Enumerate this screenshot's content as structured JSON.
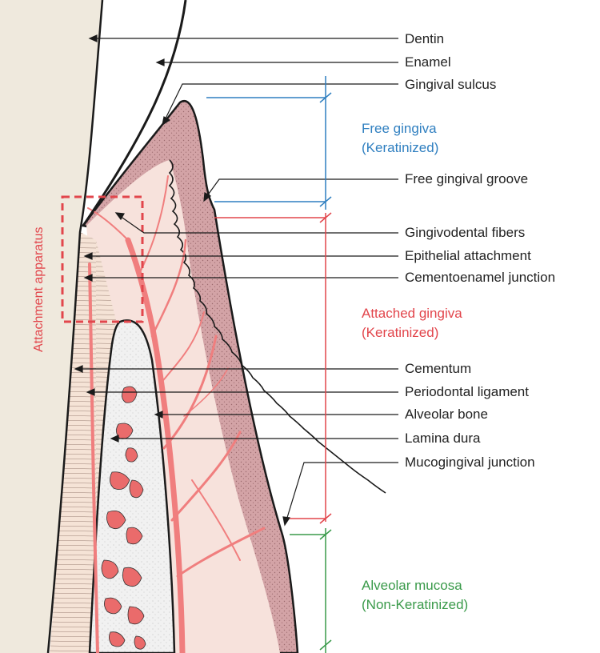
{
  "labels": {
    "dentin": "Dentin",
    "enamel": "Enamel",
    "gingival_sulcus": "Gingival sulcus",
    "free_gingival_groove": "Free gingival groove",
    "gingivodental_fibers": "Gingivodental fibers",
    "epithelial_attachment": "Epithelial attachment",
    "cementoenamel_junction": "Cementoenamel junction",
    "cementum": "Cementum",
    "periodontal_ligament": "Periodontal ligament",
    "alveolar_bone": "Alveolar bone",
    "lamina_dura": "Lamina dura",
    "mucogingival_junction": "Mucogingival junction",
    "attachment_apparatus": "Attachment apparatus"
  },
  "regions": {
    "free_gingiva": {
      "line1": "Free gingiva",
      "line2": "(Keratinized)",
      "color": "#2f7fc0"
    },
    "attached_gingiva": {
      "line1": "Attached gingiva",
      "line2": "(Keratinized)",
      "color": "#e2464c"
    },
    "alveolar_mucosa": {
      "line1": "Alveolar mucosa",
      "line2": "(Non-Keratinized)",
      "color": "#3a9a4a"
    }
  },
  "colors": {
    "dentin": "#efe9dd",
    "gingiva_epithelium": "#d5a3a5",
    "connective_tissue": "#f7e2dc",
    "vessels": "#f07e7e",
    "bone": "#f3f3f3",
    "marrow": "#ea6b6b",
    "outline": "#1a1a1a"
  }
}
